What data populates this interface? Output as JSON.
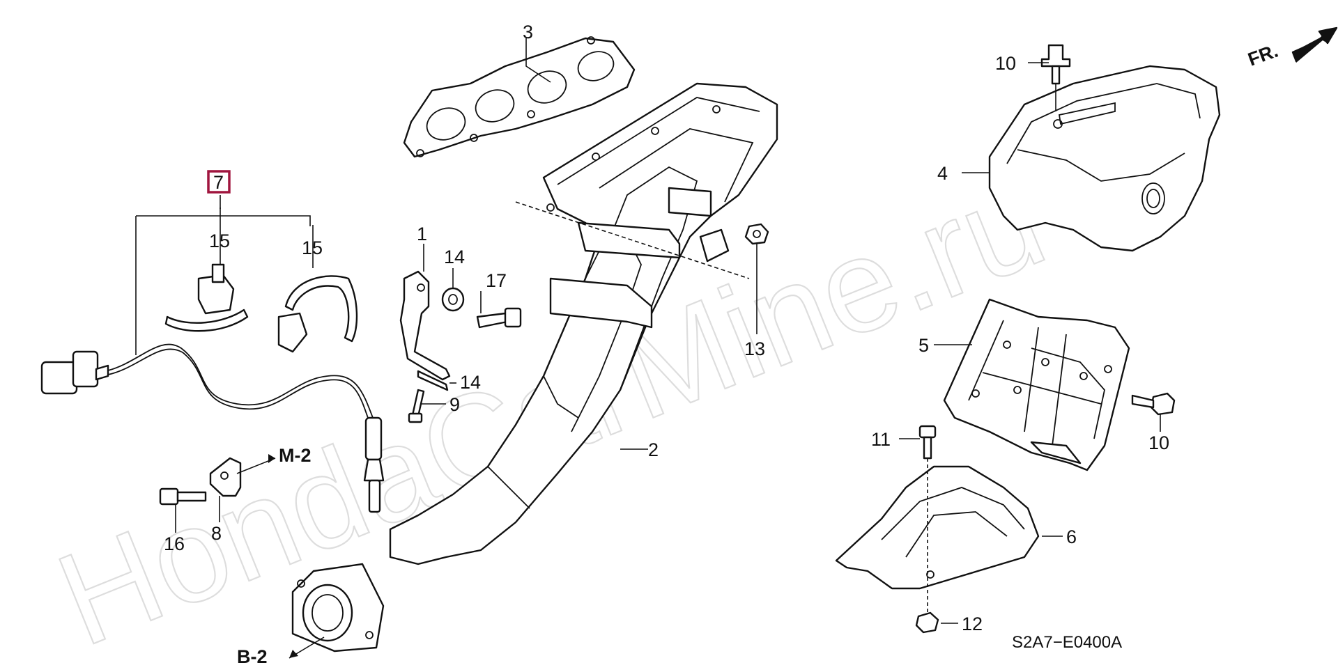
{
  "watermark": "HondaCarMine.ru",
  "diagram_code": "S2A7−E0400A",
  "direction_label": "FR.",
  "highlight_color": "#a0153e",
  "callouts": {
    "c1": "1",
    "c2": "2",
    "c3": "3",
    "c4": "4",
    "c5": "5",
    "c6": "6",
    "c7": "7",
    "c8": "8",
    "c9": "9",
    "c10a": "10",
    "c10b": "10",
    "c11": "11",
    "c12": "12",
    "c13": "13",
    "c14a": "14",
    "c14b": "14",
    "c15a": "15",
    "c15b": "15",
    "c16": "16",
    "c17": "17"
  },
  "references": {
    "m2": "M-2",
    "b2": "B-2"
  }
}
